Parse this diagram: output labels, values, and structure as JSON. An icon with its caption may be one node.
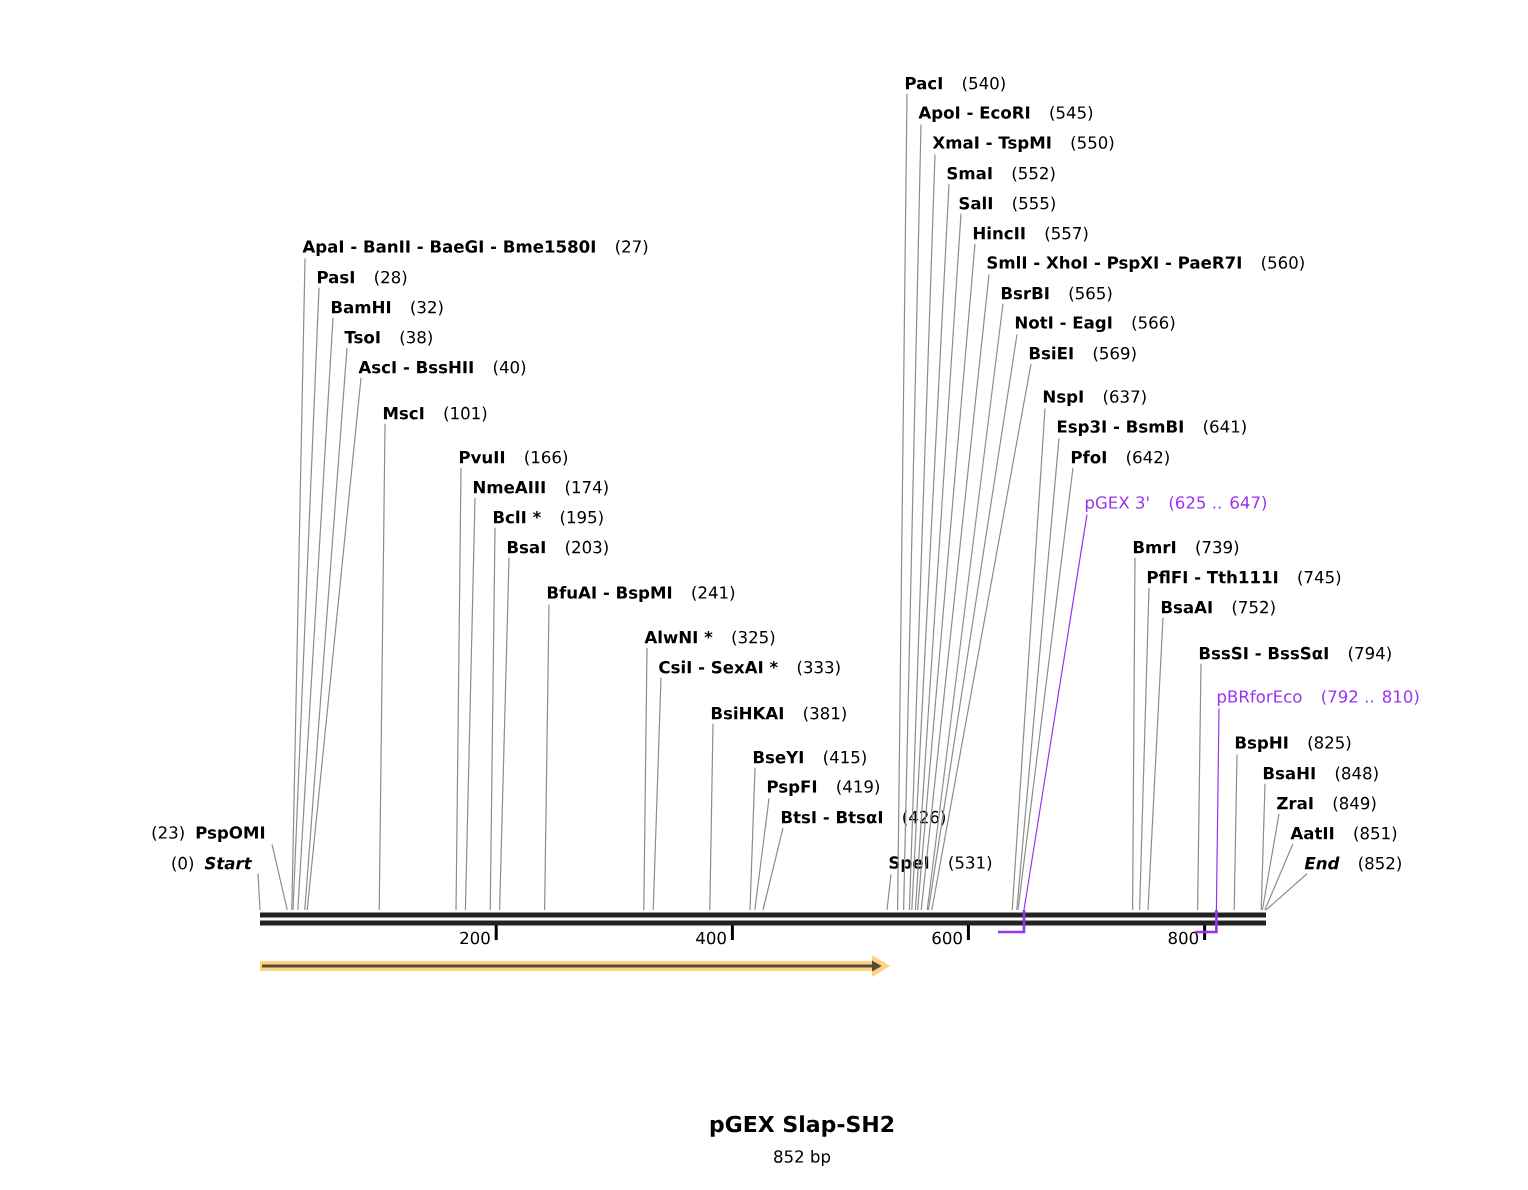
{
  "diagram": {
    "title": "pGEX Slap-SH2",
    "caption": "852 bp",
    "nodes": [
      {
        "text": [
          "PacI",
          "(540)"
        ]
      },
      {
        "text": [
          "ApoI - EcoRI",
          "(545)"
        ]
      },
      {
        "text": [
          "XmaI - TspMI",
          "(550)"
        ]
      },
      {
        "text": [
          "SmaI",
          "(552)"
        ]
      },
      {
        "text": [
          "SalI",
          "(555)"
        ]
      },
      {
        "text": [
          "HincII",
          "(557)"
        ]
      },
      {
        "text": [
          "ApaI - BanII - BaeGI - Bme1580I",
          "(27)"
        ]
      },
      {
        "text": [
          "SmlI - XhoI - PspXI - PaeR7I",
          "(560)"
        ]
      },
      {
        "text": [
          "PasI",
          "(28)"
        ]
      },
      {
        "text": [
          "BsrBI",
          "(565)"
        ]
      },
      {
        "text": [
          "BamHI",
          "(32)"
        ]
      },
      {
        "text": [
          "NotI - EagI",
          "(566)"
        ]
      },
      {
        "text": [
          "TsoI",
          "(38)"
        ]
      },
      {
        "text": [
          "BsiEI",
          "(569)"
        ]
      },
      {
        "text": [
          "AscI - BssHII",
          "(40)"
        ]
      },
      {
        "text": [
          "NspI",
          "(637)"
        ]
      },
      {
        "text": [
          "MscI",
          "(101)"
        ]
      },
      {
        "text": [
          "Esp3I - BsmBI",
          "(641)"
        ]
      },
      {
        "text": [
          "PvuII",
          "(166)"
        ]
      },
      {
        "text": [
          "PfoI",
          "(642)"
        ]
      },
      {
        "text": [
          "NmeAIII",
          "(174)"
        ]
      },
      {
        "text": [
          "pGEX 3'",
          "(625 .. 647)"
        ]
      },
      {
        "text": [
          "BclI *",
          "(195)"
        ]
      },
      {
        "text": [
          "BsaI",
          "(203)"
        ]
      },
      {
        "text": [
          "BmrI",
          "(739)"
        ]
      },
      {
        "text": [
          "PflFI - Tth111I",
          "(745)"
        ]
      },
      {
        "text": [
          "BfuAI - BspMI",
          "(241)"
        ]
      },
      {
        "text": [
          "BsaAI",
          "(752)"
        ]
      },
      {
        "text": [
          "AlwNI *",
          "(325)"
        ]
      },
      {
        "text": [
          "BssSI - BssSαI",
          "(794)"
        ]
      },
      {
        "text": [
          "CsiI - SexAI *",
          "(333)"
        ]
      },
      {
        "text": [
          "pBRforEco",
          "(792 .. 810)"
        ]
      },
      {
        "text": [
          "BsiHKAI",
          "(381)"
        ]
      },
      {
        "text": [
          "BspHI",
          "(825)"
        ]
      },
      {
        "text": [
          "BseYI",
          "(415)"
        ]
      },
      {
        "text": [
          "BsaHI",
          "(848)"
        ]
      },
      {
        "text": [
          "PspFI",
          "(419)"
        ]
      },
      {
        "text": [
          "ZraI",
          "(849)"
        ]
      },
      {
        "text": [
          "BtsI - BtsαI",
          "(426)"
        ]
      },
      {
        "text": [
          "AatII",
          "(851)"
        ]
      },
      {
        "text": [
          "(23)",
          "PspOMI"
        ]
      },
      {
        "text": [
          "(0)",
          "Start"
        ]
      },
      {
        "text": [
          "SpeI",
          "(531)"
        ]
      },
      {
        "text": [
          "End",
          "(852)"
        ]
      },
      {
        "text": [],
        "shape": "bar"
      }
    ],
    "edges": [
      {
        "from": 0,
        "to": 44,
        "arrow": "none"
      },
      {
        "from": 1,
        "to": 44,
        "arrow": "none"
      },
      {
        "from": 2,
        "to": 44,
        "arrow": "none"
      },
      {
        "from": 3,
        "to": 44,
        "arrow": "none"
      },
      {
        "from": 4,
        "to": 44,
        "arrow": "none"
      },
      {
        "from": 5,
        "to": 44,
        "arrow": "none"
      },
      {
        "from": 6,
        "to": 44,
        "arrow": "none"
      },
      {
        "from": 7,
        "to": 44,
        "arrow": "none"
      },
      {
        "from": 8,
        "to": 44,
        "arrow": "none"
      },
      {
        "from": 9,
        "to": 44,
        "arrow": "none"
      },
      {
        "from": 10,
        "to": 44,
        "arrow": "none"
      },
      {
        "from": 11,
        "to": 44,
        "arrow": "none"
      },
      {
        "from": 12,
        "to": 44,
        "arrow": "none"
      },
      {
        "from": 13,
        "to": 44,
        "arrow": "none"
      },
      {
        "from": 14,
        "to": 44,
        "arrow": "none"
      },
      {
        "from": 15,
        "to": 44,
        "arrow": "none"
      },
      {
        "from": 16,
        "to": 44,
        "arrow": "none"
      },
      {
        "from": 17,
        "to": 44,
        "arrow": "none"
      },
      {
        "from": 18,
        "to": 44,
        "arrow": "none"
      },
      {
        "from": 19,
        "to": 44,
        "arrow": "none"
      },
      {
        "from": 20,
        "to": 44,
        "arrow": "none"
      },
      {
        "from": 21,
        "to": 44,
        "arrow": "none",
        "color": "#9933ee"
      },
      {
        "from": 22,
        "to": 44,
        "arrow": "none"
      },
      {
        "from": 23,
        "to": 44,
        "arrow": "none"
      },
      {
        "from": 24,
        "to": 44,
        "arrow": "none"
      },
      {
        "from": 25,
        "to": 44,
        "arrow": "none"
      },
      {
        "from": 26,
        "to": 44,
        "arrow": "none"
      },
      {
        "from": 27,
        "to": 44,
        "arrow": "none"
      },
      {
        "from": 28,
        "to": 44,
        "arrow": "none"
      },
      {
        "from": 29,
        "to": 44,
        "arrow": "none"
      },
      {
        "from": 30,
        "to": 44,
        "arrow": "none"
      },
      {
        "from": 31,
        "to": 44,
        "arrow": "none",
        "color": "#9933ee"
      },
      {
        "from": 32,
        "to": 44,
        "arrow": "none"
      },
      {
        "from": 33,
        "to": 44,
        "arrow": "none"
      },
      {
        "from": 34,
        "to": 44,
        "arrow": "none"
      },
      {
        "from": 35,
        "to": 44,
        "arrow": "none"
      },
      {
        "from": 36,
        "to": 44,
        "arrow": "none"
      },
      {
        "from": 37,
        "to": 44,
        "arrow": "none"
      },
      {
        "from": 38,
        "to": 44,
        "arrow": "none"
      },
      {
        "from": 39,
        "to": 44,
        "arrow": "none"
      },
      {
        "from": 40,
        "to": 44,
        "arrow": "none"
      },
      {
        "from": 41,
        "to": 44,
        "arrow": "none"
      },
      {
        "from": 42,
        "to": 44,
        "arrow": "none"
      },
      {
        "from": 43,
        "to": 44,
        "arrow": "none"
      }
    ],
    "labels": [
      "200",
      "400",
      "600",
      "800"
    ]
  }
}
